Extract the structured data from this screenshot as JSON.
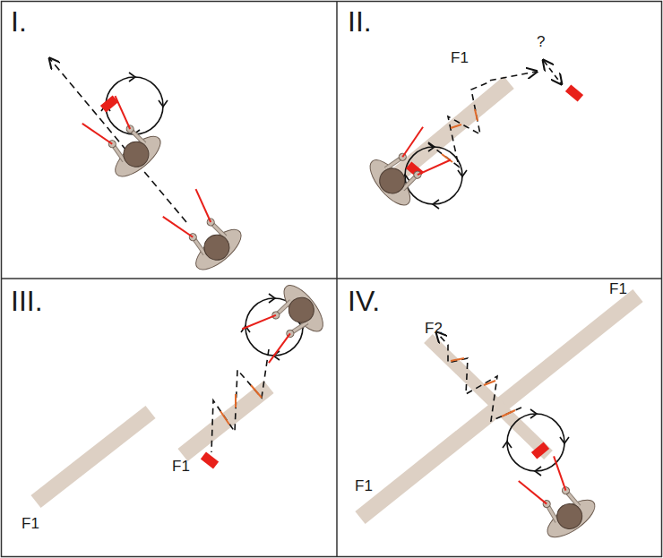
{
  "diagram": {
    "labels": [
      "I.",
      "II.",
      "?",
      "F1",
      "III.",
      "F1",
      "F1",
      "IV.",
      "F2",
      "F1",
      "F1"
    ]
  }
}
